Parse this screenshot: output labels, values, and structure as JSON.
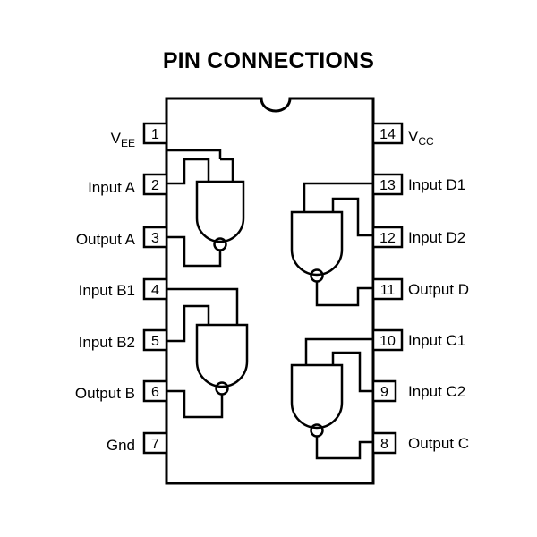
{
  "title": "PIN CONNECTIONS",
  "left_pins": [
    {
      "num": "1",
      "name": "V",
      "sub": "EE"
    },
    {
      "num": "2",
      "name": "Input A",
      "sub": ""
    },
    {
      "num": "3",
      "name": "Output A",
      "sub": ""
    },
    {
      "num": "4",
      "name": "Input B1",
      "sub": ""
    },
    {
      "num": "5",
      "name": "Input B2",
      "sub": ""
    },
    {
      "num": "6",
      "name": "Output B",
      "sub": ""
    },
    {
      "num": "7",
      "name": "Gnd",
      "sub": ""
    }
  ],
  "right_pins": [
    {
      "num": "14",
      "name": "V",
      "sub": "CC"
    },
    {
      "num": "13",
      "name": "Input D1",
      "sub": ""
    },
    {
      "num": "12",
      "name": "Input D2",
      "sub": ""
    },
    {
      "num": "11",
      "name": "Output D",
      "sub": ""
    },
    {
      "num": "10",
      "name": "Input C1",
      "sub": ""
    },
    {
      "num": "9",
      "name": "Input C2",
      "sub": ""
    },
    {
      "num": "8",
      "name": "Output C",
      "sub": ""
    }
  ]
}
